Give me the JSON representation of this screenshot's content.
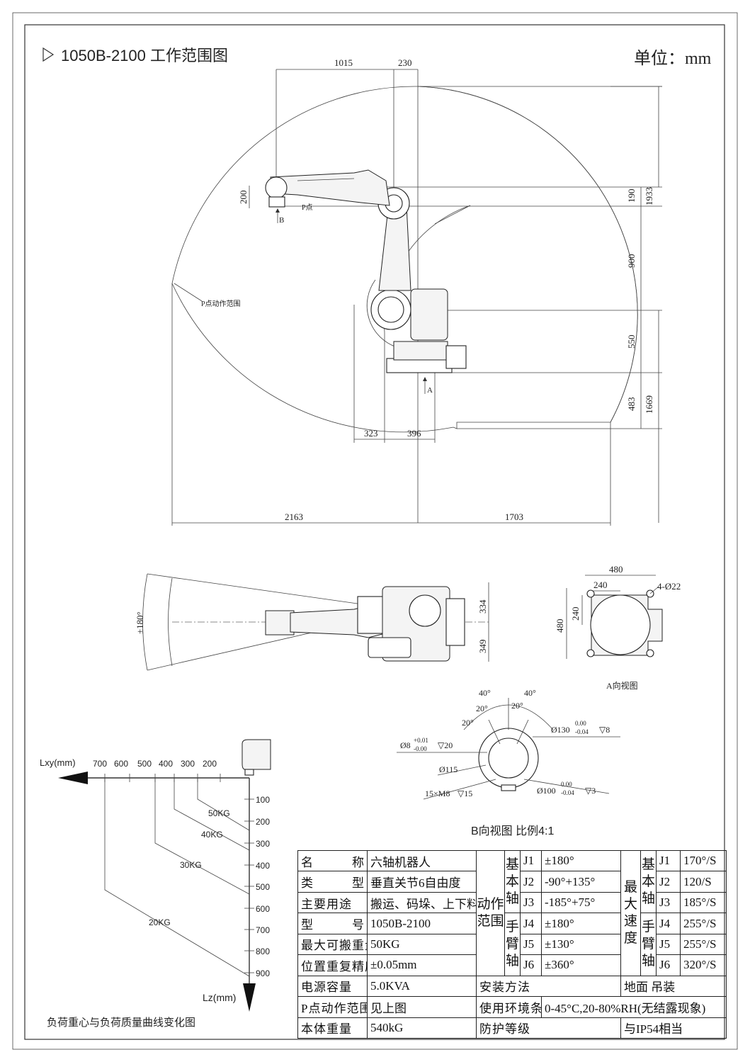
{
  "title": "1050B-2100  工作范围图",
  "unit_label": "单位：mm",
  "side_view": {
    "dims_top": [
      "1015",
      "230"
    ],
    "dims_right": [
      "190",
      "900",
      "550",
      "483"
    ],
    "dims_right_total": [
      "1933",
      "1669"
    ],
    "dim_left_200": "200",
    "dims_base": [
      "323",
      "396"
    ],
    "dims_bottom": [
      "2163",
      "1703"
    ],
    "label_p_point": "P点",
    "label_range": "P点动作范围",
    "label_b": "B",
    "label_a": "A"
  },
  "top_view": {
    "angle": "±180°",
    "dims": [
      "334",
      "349"
    ]
  },
  "a_view": {
    "dims": [
      "480",
      "240",
      "240",
      "480"
    ],
    "holes": "4-Ø22",
    "caption": "A向视图"
  },
  "b_view": {
    "angles": [
      "40°",
      "40°",
      "20°",
      "20°",
      "20°"
    ],
    "labels": {
      "hole8": "Ø8",
      "hole8_tol_up": "+0.01",
      "hole8_tol_dn": "-0.00",
      "hole8_depth": "▽20",
      "d130": "Ø130",
      "d130_tol_up": "0.00",
      "d130_tol_dn": "-0.04",
      "d130_depth": "▽8",
      "d115": "Ø115",
      "m8": "15×M8",
      "m8_depth": "▽15",
      "d100": "Ø100",
      "d100_tol_up": "0.00",
      "d100_tol_dn": "-0.04",
      "d100_depth": "▽3"
    },
    "caption": "B向视图 比例4:1"
  },
  "load_chart": {
    "x_axis_label": "Lxy(mm)",
    "x_ticks": [
      "700",
      "600",
      "500",
      "400",
      "300",
      "200"
    ],
    "y_axis_label": "Lz(mm)",
    "y_ticks": [
      "100",
      "200",
      "300",
      "400",
      "500",
      "600",
      "700",
      "800",
      "900"
    ],
    "curves": [
      "50KG",
      "40KG",
      "30KG",
      "20KG"
    ],
    "caption": "负荷重心与负荷质量曲线变化图"
  },
  "spec": {
    "rows": [
      {
        "k": "名　　　称",
        "v": "六轴机器人"
      },
      {
        "k": "类　　　型",
        "v": "垂直关节6自由度"
      },
      {
        "k": "主要用途",
        "v": "搬运、码垛、上下料"
      },
      {
        "k": "型　　　号",
        "v": "1050B-2100"
      },
      {
        "k": "最大可搬重量",
        "v": "50KG"
      },
      {
        "k": "位置重复精度",
        "v": "±0.05mm"
      }
    ],
    "motion_range_label": "动作范围",
    "base_axis_label": "基本轴",
    "wrist_axis_label": "手臂轴",
    "max_speed_label": "最大速度",
    "joints": [
      "J1",
      "J2",
      "J3",
      "J4",
      "J5",
      "J6"
    ],
    "ranges": [
      "±180°",
      "-90°+135°",
      "-185°+75°",
      "±180°",
      "±130°",
      "±360°"
    ],
    "speeds": [
      "170°/S",
      "120/S",
      "185°/S",
      "255°/S",
      "255°/S",
      "320°/S"
    ],
    "bottom_rows": [
      {
        "k1": "电源容量",
        "v1": "5.0KVA",
        "k2": "安装方法",
        "v2": "地面 吊装"
      },
      {
        "k1": "P点动作范围",
        "v1": "见上图",
        "k2": "使用环境条件",
        "v2": "0-45°C,20-80%RH(无结露现象)"
      },
      {
        "k1": "本体重量",
        "v1": "540kG",
        "k2": "防护等级",
        "v2": "与IP54相当"
      }
    ]
  }
}
